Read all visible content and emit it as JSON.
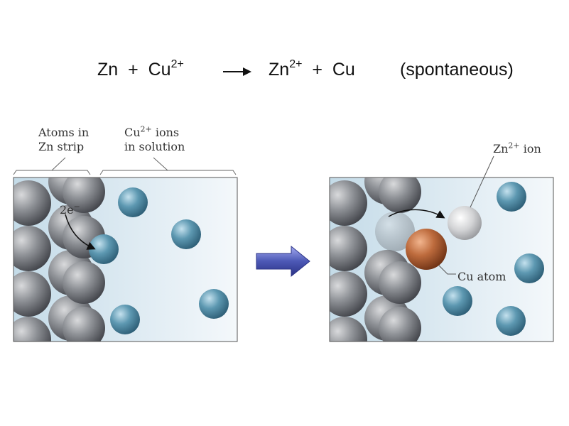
{
  "equation": {
    "reactant_1": "Zn",
    "plus_1": "+",
    "reactant_2": "Cu",
    "reactant_2_charge": "2+",
    "product_1": "Zn",
    "product_1_charge": "2+",
    "plus_2": "+",
    "product_2": "Cu",
    "note": "(spontaneous)"
  },
  "left_panel": {
    "label_atoms_line1": "Atoms in",
    "label_atoms_line2": "Zn strip",
    "label_ions_prefix": "Cu",
    "label_ions_charge": "2+",
    "label_ions_suffix": "ions",
    "label_ions_line2": "in solution",
    "electrons": "2e",
    "electrons_sign": "−"
  },
  "right_panel": {
    "label_zn_prefix": "Zn",
    "label_zn_charge": "2+",
    "label_zn_suffix": "ion",
    "label_cu_atom": "Cu atom"
  },
  "colors": {
    "zn_atom": "#8a8d93",
    "cu_ion": "#5b93ab",
    "zn_ion": "#d0d1d3",
    "cu_atom": "#b8663a",
    "solution": "#d8e8f1",
    "arrow": "#4c58b5"
  }
}
